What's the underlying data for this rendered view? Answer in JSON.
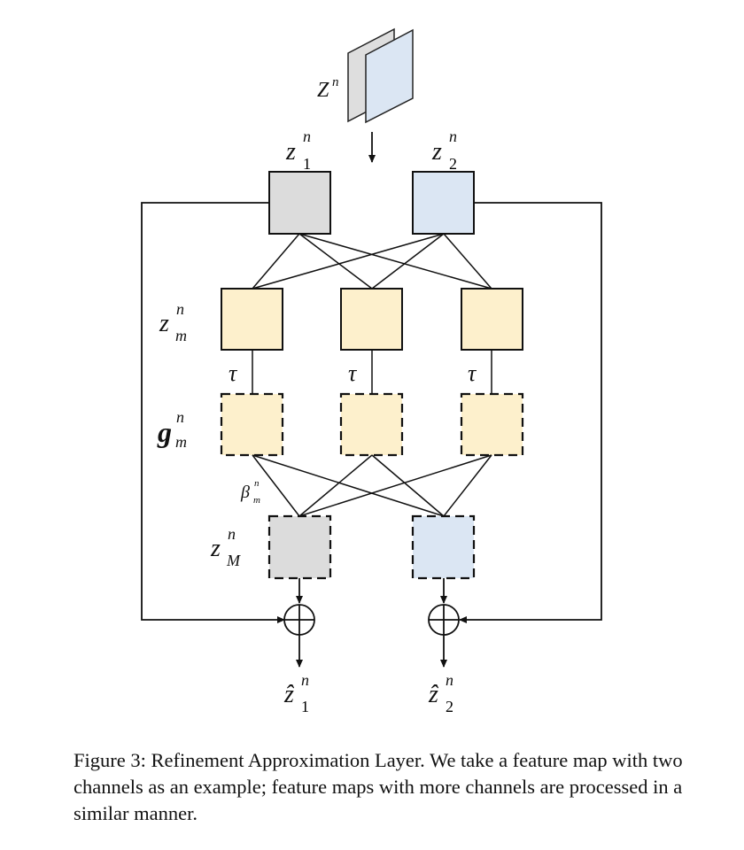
{
  "diagram": {
    "input_label": {
      "base": "Z",
      "sup": "n"
    },
    "top_channels": [
      {
        "base": "z",
        "sub": "1",
        "sup": "n",
        "color": "#dcdcdc"
      },
      {
        "base": "z",
        "sub": "2",
        "sup": "n",
        "color": "#dbe6f3"
      }
    ],
    "mid_label": {
      "base": "z",
      "sub": "m",
      "sup": "n"
    },
    "mid_color": "#fdf0cc",
    "tau_label": "τ",
    "g_label": {
      "base": "g",
      "sub": "m",
      "sup": "n"
    },
    "beta_label": {
      "base": "β",
      "sub": "m",
      "sup": "n"
    },
    "zM_label": {
      "base": "z",
      "sub": "M",
      "sup": "n"
    },
    "outputs": [
      {
        "base": "ẑ",
        "sub": "1",
        "sup": "n"
      },
      {
        "base": "ẑ",
        "sub": "2",
        "sup": "n"
      }
    ]
  },
  "caption": "Figure 3: Refinement Approximation Layer. We take a feature map with two channels as an example; feature maps with more channels are processed in a similar manner."
}
